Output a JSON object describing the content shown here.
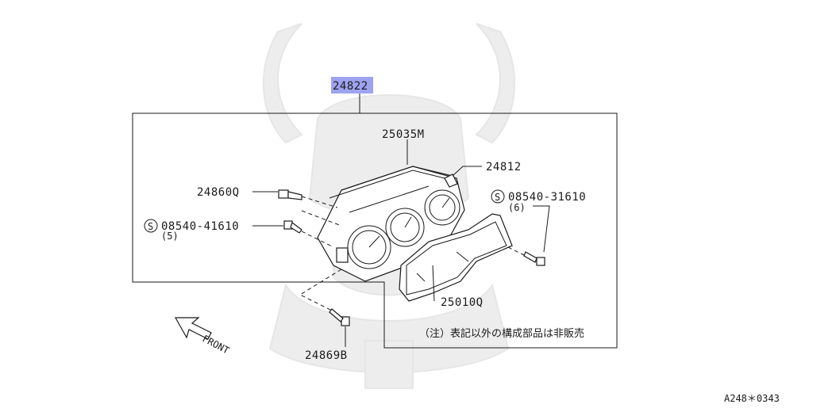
{
  "highlight_color": "#9ea3f0",
  "header_part": "24822",
  "parts": {
    "gauge_housing": "25035M",
    "lens_right": "24812",
    "bolt_upper_left": "24860Q",
    "screw_left": "08540-41610",
    "screw_left_qty": "(5)",
    "screw_right": "08540-31610",
    "screw_right_qty": "(6)",
    "cover_glass": "25010Q",
    "bolt_bottom": "24869B"
  },
  "standard_mark": "S",
  "direction_label": "FRONT",
  "note_text": "（注）表記以外の構成部品は非販売",
  "diagram_code": "A248＊0343",
  "icons": {
    "watermark": "samurai-helmet-watermark",
    "front_arrow": "front-arrow-icon"
  }
}
